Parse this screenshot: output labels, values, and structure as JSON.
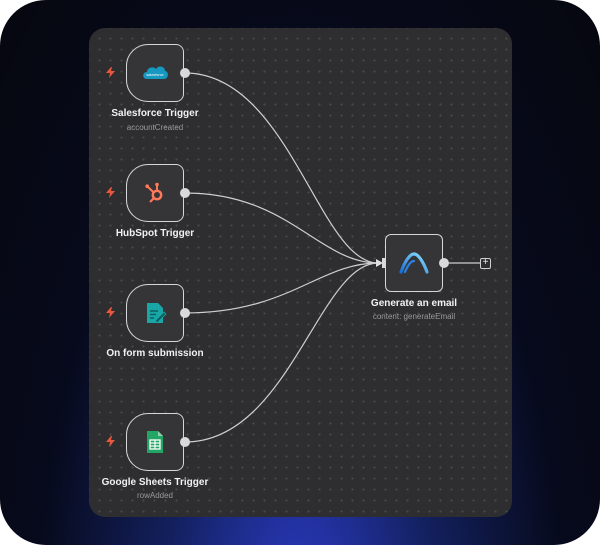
{
  "colors": {
    "canvas": "#2e2e30",
    "node": "#353537",
    "wire": "#cfcfcf",
    "trigger_bolt": "#e8573f",
    "salesforce": "#1798c1",
    "hubspot": "#ff7a59",
    "form": "#1aa6a6",
    "sheets": "#23a566",
    "ai_gradient_start": "#1a6fd6",
    "ai_gradient_end": "#8fe3ff"
  },
  "nodes": {
    "salesforce": {
      "title": "Salesforce Trigger",
      "subtitle": "accountCreated",
      "icon": "salesforce-cloud-icon",
      "logo_text": "salesforce"
    },
    "hubspot": {
      "title": "HubSpot Trigger",
      "icon": "hubspot-icon"
    },
    "form": {
      "title": "On form submission",
      "icon": "form-edit-icon"
    },
    "sheets": {
      "title": "Google Sheets Trigger",
      "subtitle": "rowAdded",
      "icon": "google-sheets-icon"
    },
    "generate": {
      "title": "Generate an email",
      "subtitle": "content: generateEmail",
      "icon": "ai-logo-icon"
    }
  },
  "add_button": {
    "label": "+"
  },
  "trigger_icon": "lightning-bolt-icon"
}
